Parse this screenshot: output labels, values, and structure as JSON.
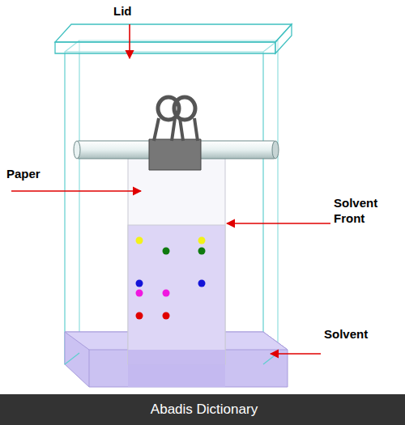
{
  "diagram": {
    "labels": [
      "Lid",
      "Paper",
      "Solvent Front",
      "Solvent",
      "Abadis Dictionary"
    ]
  }
}
